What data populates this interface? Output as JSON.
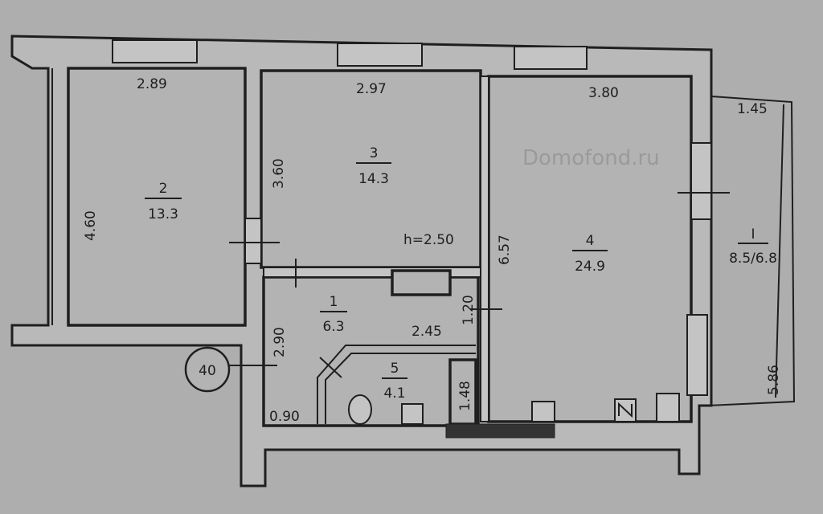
{
  "rooms": [
    {
      "number": "1",
      "area": "6.3"
    },
    {
      "number": "2",
      "area": "13.3"
    },
    {
      "number": "3",
      "area": "14.3"
    },
    {
      "number": "4",
      "area": "24.9"
    },
    {
      "number": "5",
      "area": "4.1"
    },
    {
      "number": "I",
      "area": "8.5/6.8"
    }
  ],
  "dimensions": {
    "room2_width": "2.89",
    "room2_length": "4.60",
    "room3_width": "2.97",
    "room3_length": "3.60",
    "room4_width": "3.80",
    "room4_length": "6.57",
    "ceiling_height": "h=2.50",
    "hall_width": "2.45",
    "hall_length": "2.90",
    "door_gap": "1.20",
    "closet": "1.48",
    "entry": "0.90",
    "balcony_width": "1.45",
    "balcony_length": "5.86"
  },
  "apartment_number": "40",
  "watermark": "Domofond.ru"
}
